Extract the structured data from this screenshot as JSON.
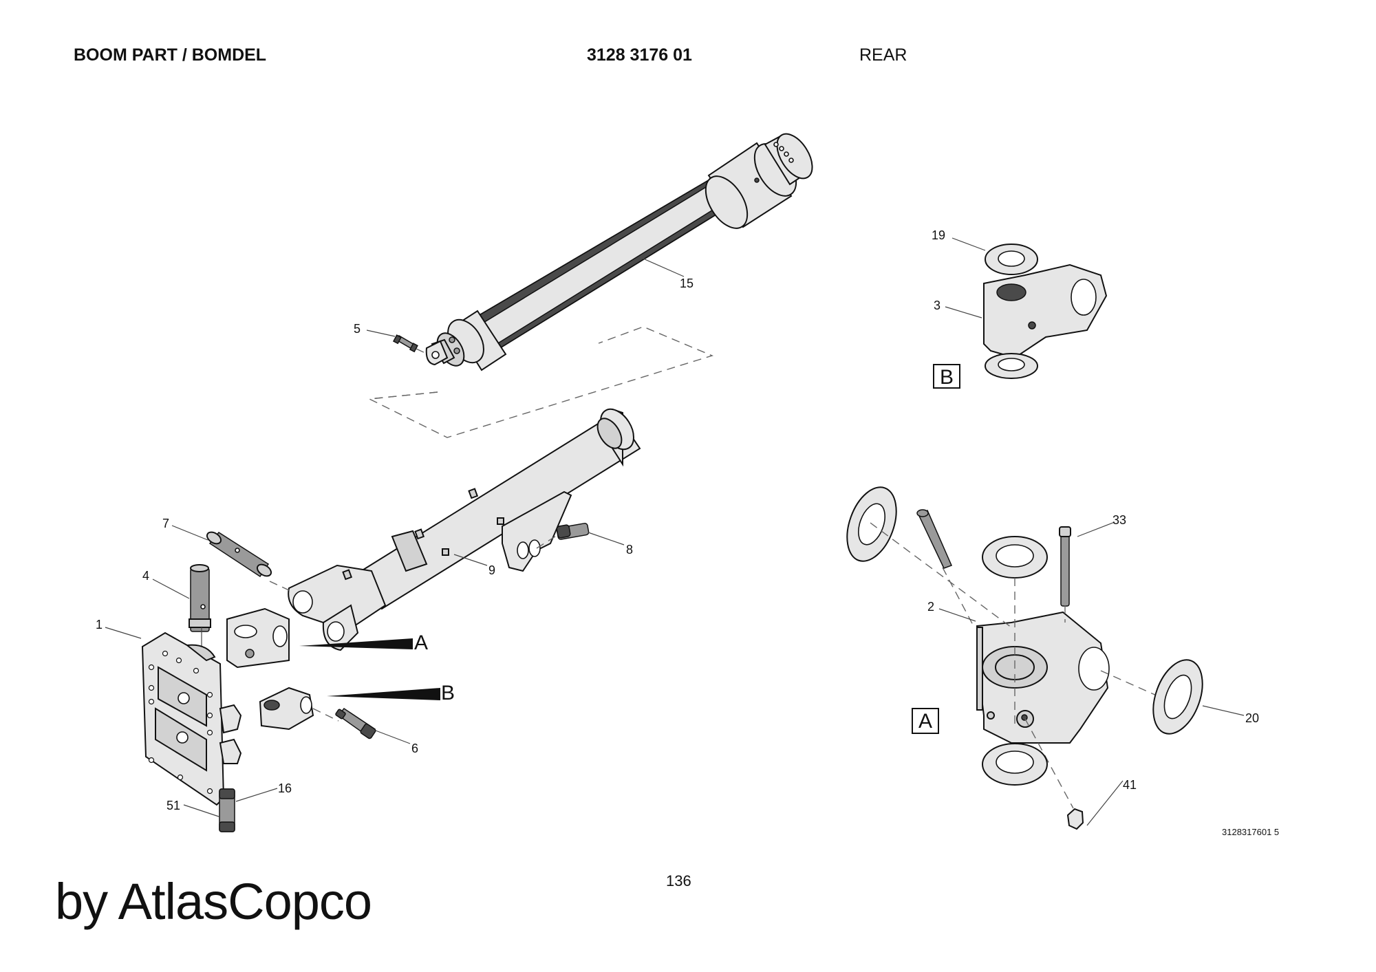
{
  "header": {
    "title": "BOOM PART / BOMDEL",
    "part_number": "3128 3176 01",
    "position": "REAR"
  },
  "callouts": {
    "p1": "1",
    "p2": "2",
    "p3": "3",
    "p4": "4",
    "p5": "5",
    "p6": "6",
    "p7": "7",
    "p8": "8",
    "p9": "9",
    "p15": "15",
    "p16": "16",
    "p19": "19",
    "p20": "20",
    "p33": "33",
    "p41": "41",
    "p51": "51"
  },
  "detail_refs": {
    "arrow_a": "A",
    "arrow_b": "B",
    "box_a": "A",
    "box_b": "B"
  },
  "parts": [
    {
      "item": "1",
      "desc": "bracket plate"
    },
    {
      "item": "2",
      "desc": "joint housing (detail A)"
    },
    {
      "item": "3",
      "desc": "yoke (detail B)"
    },
    {
      "item": "4",
      "desc": "pin"
    },
    {
      "item": "5",
      "desc": "pin"
    },
    {
      "item": "6",
      "desc": "pin"
    },
    {
      "item": "7",
      "desc": "pin"
    },
    {
      "item": "8",
      "desc": "pin"
    },
    {
      "item": "9",
      "desc": "boom outer tube"
    },
    {
      "item": "15",
      "desc": "telescopic cylinder"
    },
    {
      "item": "16",
      "desc": "pin"
    },
    {
      "item": "19",
      "desc": "washer"
    },
    {
      "item": "20",
      "desc": "washer"
    },
    {
      "item": "33",
      "desc": "screw"
    },
    {
      "item": "41",
      "desc": "nut"
    },
    {
      "item": "51",
      "desc": "pin"
    }
  ],
  "footer": {
    "drawing_number": "3128317601 5",
    "page_number": "136",
    "brand": "by AtlasCopco"
  }
}
